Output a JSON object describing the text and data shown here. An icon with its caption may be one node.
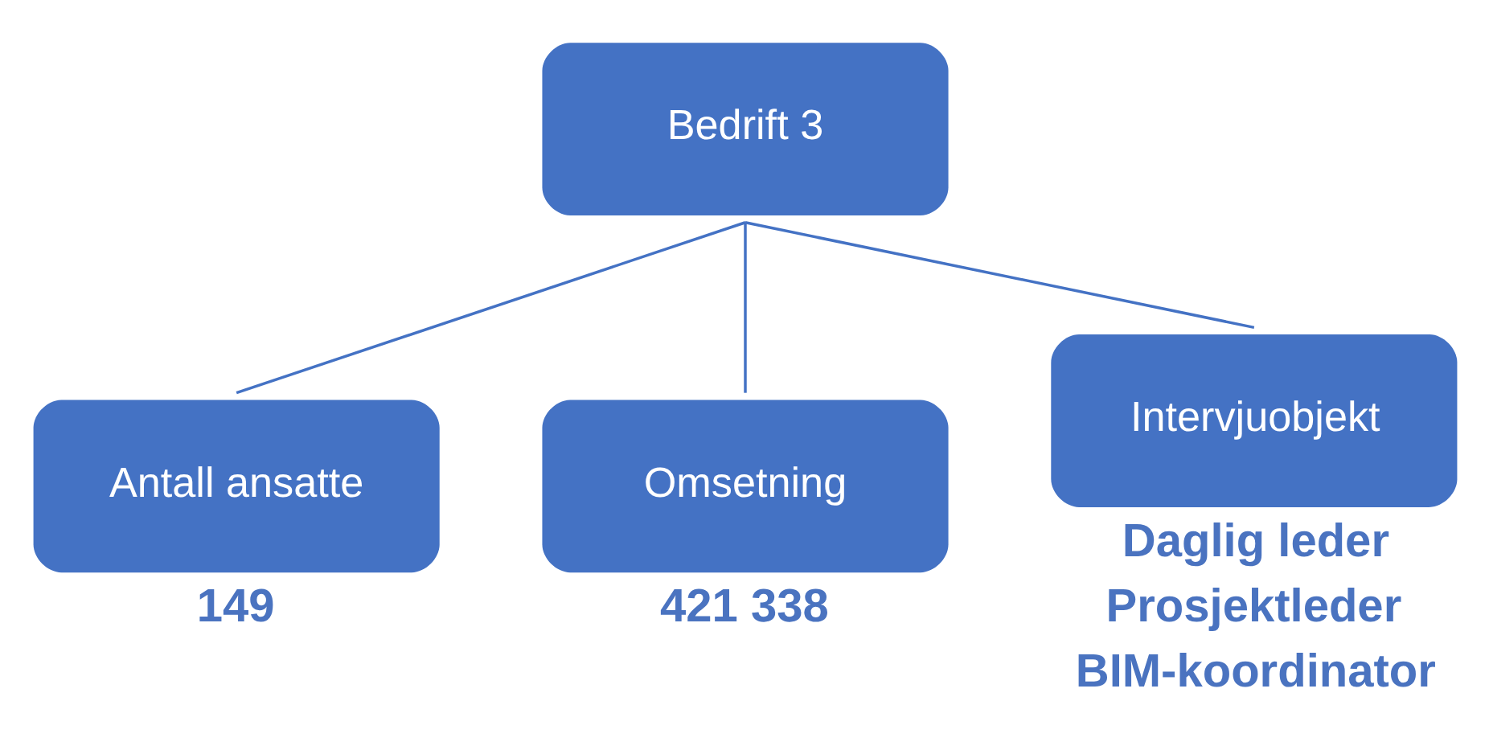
{
  "diagram": {
    "nodes": [
      {
        "text": [
          "Bedrift 3"
        ]
      },
      {
        "text": [
          "Antall ansatte"
        ],
        "beside": [
          "149"
        ]
      },
      {
        "text": [
          "Omsetning"
        ],
        "beside": [
          "421 338"
        ]
      },
      {
        "text": [
          "Intervjuobjekt"
        ],
        "beside": [
          "Daglig leder",
          "Prosjektleder",
          "BIM-koordinator"
        ]
      }
    ],
    "edges": [
      {
        "from": 0,
        "to": 1,
        "arrow": "none"
      },
      {
        "from": 0,
        "to": 2,
        "arrow": "none"
      },
      {
        "from": 0,
        "to": 3,
        "arrow": "none"
      }
    ]
  }
}
